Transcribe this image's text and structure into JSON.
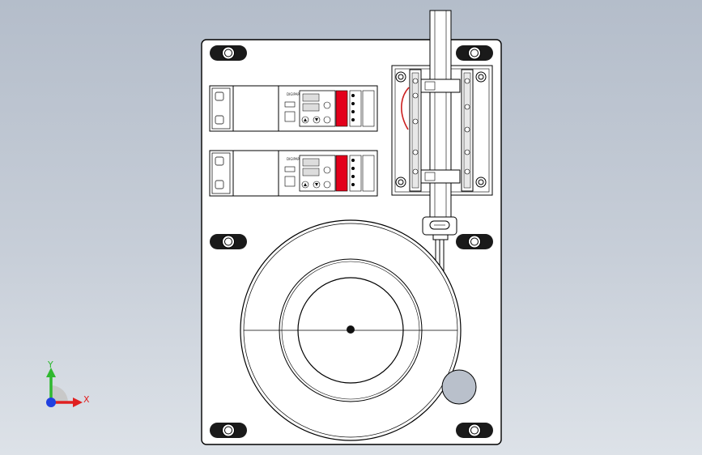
{
  "scene": {
    "colors": {
      "background_top": "#b4bdca",
      "background_bottom": "#dde2e8",
      "plate": "#ffffff",
      "outline": "#000000",
      "display_red": "#e3001b",
      "wire_red": "#cc2020",
      "bolt_dark": "#1a1a1a"
    }
  },
  "controllers": [
    {
      "name": "temperature-controller-top",
      "brand_text": "DIGIPAR"
    },
    {
      "name": "temperature-controller-bottom",
      "brand_text": "DIGIPAR"
    }
  ],
  "triad": {
    "y_label": "Y",
    "x_label": "X",
    "colors": {
      "y_axis": "#2fb82f",
      "x_axis": "#e02020",
      "z_axis": "#2040e0"
    }
  }
}
